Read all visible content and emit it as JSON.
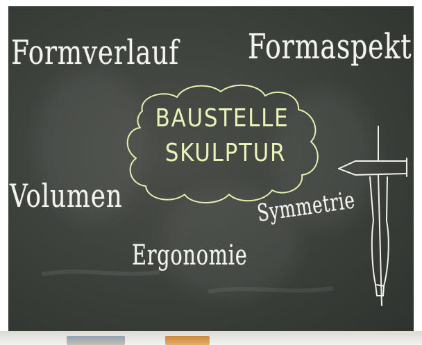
{
  "board": {
    "left_words": [
      "Formverlauf",
      "Volumen",
      "Ergonomie"
    ],
    "right_words": [
      "Formaspekt",
      "Symmetrie"
    ],
    "center_title_line1": "BAUSTELLE",
    "center_title_line2": "SKULPTUR"
  },
  "colors": {
    "board": "#40443f",
    "chalk_white": "#f4f4ee",
    "chalk_yellow": "#e8f3b8"
  }
}
